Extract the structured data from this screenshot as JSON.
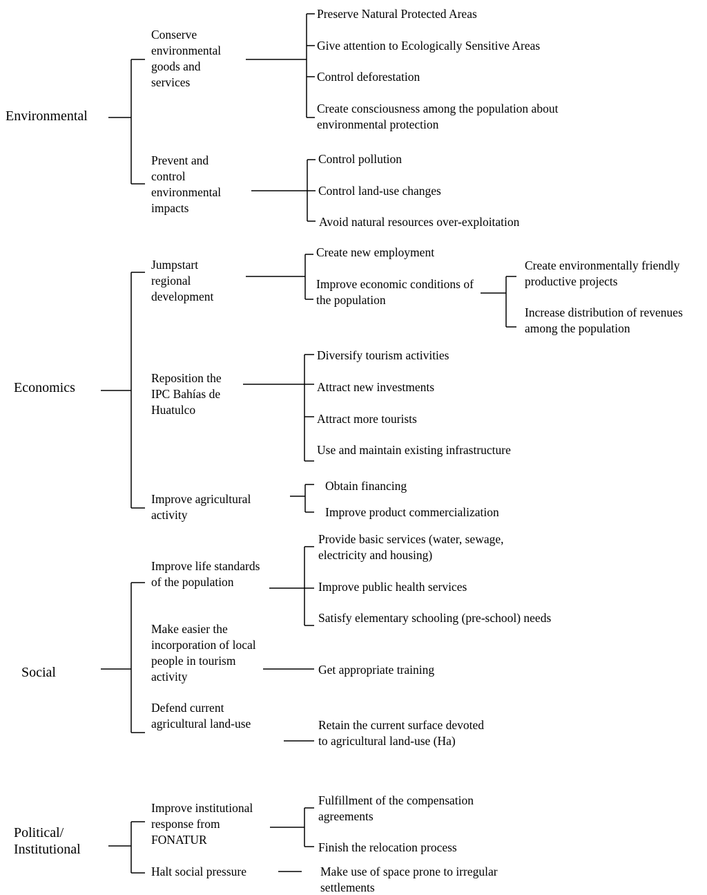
{
  "dimensions": {
    "environmental": "Environmental",
    "economics": "Economics",
    "social": "Social",
    "political": "Political/\nInstitutional"
  },
  "objectives": {
    "conserve": "Conserve\nenvironmental\ngoods and\nservices",
    "prevent": "Prevent and\ncontrol\nenvironmental\nimpacts",
    "jumpstart": "Jumpstart\nregional\ndevelopment",
    "reposition": "Reposition the\nIPC Bahías de\nHuatulco",
    "agri": "Improve agricultural\nactivity",
    "life": "Improve life standards\nof the population",
    "incorp": "Make easier the\nincorporation of local\npeople in tourism\nactivity",
    "defend": "Defend current\nagricultural land-use",
    "inst": "Improve institutional\nresponse from\nFONATUR",
    "halt": "Halt social pressure"
  },
  "actions": {
    "preserve": "Preserve Natural Protected Areas",
    "attention": "Give attention to Ecologically Sensitive Areas",
    "deforest": "Control deforestation",
    "conscious": "Create consciousness among the population about\nenvironmental protection",
    "pollution": "Control pollution",
    "landuse": "Control land-use changes",
    "overexp": "Avoid natural resources over-exploitation",
    "employ": "Create new employment",
    "econ": "Improve economic conditions of\nthe population",
    "friendly": "Create environmentally friendly\nproductive projects",
    "revenues": "Increase distribution of revenues\namong the population",
    "diversify": "Diversify tourism activities",
    "invest": "Attract new investments",
    "tourists": "Attract more tourists",
    "infra": "Use and maintain existing infrastructure",
    "financing": "Obtain financing",
    "commerc": "Improve product commercialization",
    "basic": "Provide basic services (water, sewage,\nelectricity and housing)",
    "health": "Improve public health services",
    "school": "Satisfy elementary schooling (pre-school) needs",
    "training": "Get appropriate training",
    "retain": "Retain the current surface devoted\nto agricultural land-use (Ha)",
    "fulfill": "Fulfillment of the compensation\nagreements",
    "relocation": "Finish the relocation process",
    "space": "Make use of space prone to irregular\nsettlements"
  }
}
